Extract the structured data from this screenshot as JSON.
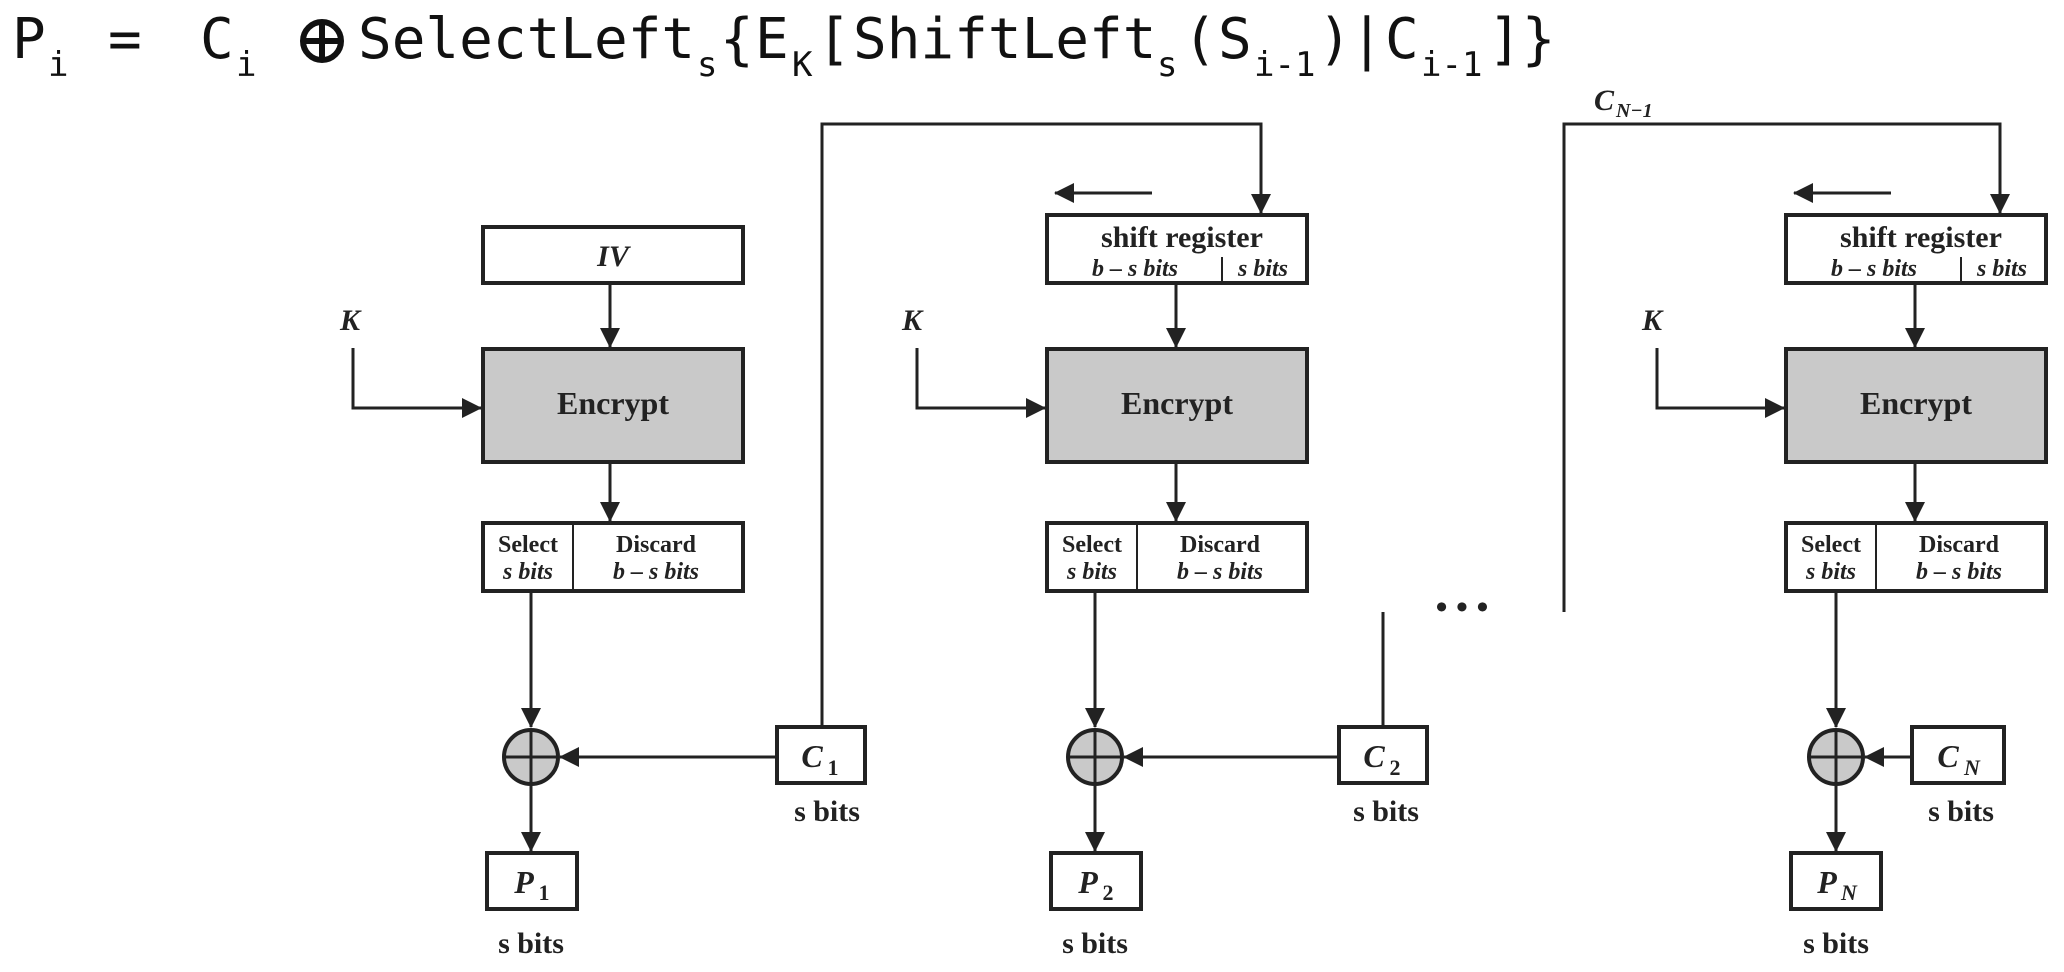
{
  "formula": {
    "p": "P",
    "p_sub": "i",
    "eq": "=",
    "c": "C",
    "c_sub": "i",
    "xor": "⊕",
    "select": "SelectLeft",
    "select_sub": "s",
    "brace_open": "{",
    "e": "E",
    "e_sub": "K",
    "bracket_open": "[",
    "shift": "ShiftLeft",
    "shift_sub": "s",
    "paren_open": "(",
    "s": "S",
    "s_sub": "i-1",
    "paren_close": ")",
    "bar": "|",
    "c2": "C",
    "c2_sub": "i-1",
    "closing": "]}"
  },
  "stages": [
    {
      "top_label": "IV",
      "top_is_register": false,
      "key": "K",
      "encrypt": "Encrypt",
      "select_1": "Select",
      "select_2": "s bits",
      "discard_1": "Discard",
      "discard_2": "b – s bits",
      "cipher": "C",
      "cipher_sub": "1",
      "cipher_bits": "s bits",
      "plain": "P",
      "plain_sub": "1",
      "plain_bits": "s bits"
    },
    {
      "top_label": "shift register",
      "top_is_register": true,
      "reg_left": "b – s bits",
      "reg_right": "s bits",
      "key": "K",
      "encrypt": "Encrypt",
      "select_1": "Select",
      "select_2": "s bits",
      "discard_1": "Discard",
      "discard_2": "b – s bits",
      "cipher": "C",
      "cipher_sub": "2",
      "cipher_bits": "s bits",
      "plain": "P",
      "plain_sub": "2",
      "plain_bits": "s bits"
    },
    {
      "top_label": "shift register",
      "top_is_register": true,
      "reg_left": "b – s bits",
      "reg_right": "s bits",
      "key": "K",
      "encrypt": "Encrypt",
      "select_1": "Select",
      "select_2": "s bits",
      "discard_1": "Discard",
      "discard_2": "b – s bits",
      "cipher": "C",
      "cipher_sub": "N",
      "cipher_bits": "s bits",
      "plain": "P",
      "plain_sub": "N",
      "plain_bits": "s bits"
    }
  ],
  "feedback_label": {
    "main": "C",
    "sub": "N−1"
  },
  "ellipsis": "• • •"
}
